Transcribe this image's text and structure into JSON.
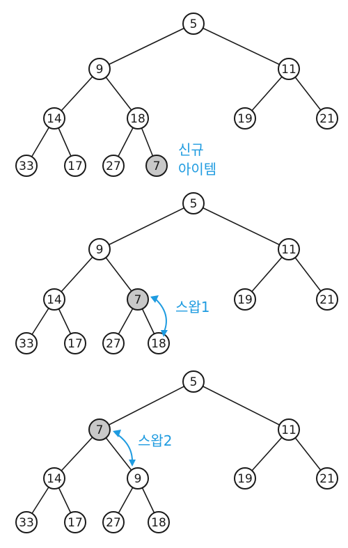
{
  "colors": {
    "line": "#1a1a1a",
    "highlight": "#c8c8c8",
    "annotation": "#1e9be0"
  },
  "stages": [
    {
      "nodes": [
        "5",
        "9",
        "11",
        "14",
        "18",
        "19",
        "21",
        "33",
        "17",
        "27",
        "7"
      ],
      "highlight": [
        "7"
      ],
      "annotation": {
        "line1": "신규",
        "line2": "아이템"
      }
    },
    {
      "nodes": [
        "5",
        "9",
        "11",
        "14",
        "7",
        "19",
        "21",
        "33",
        "17",
        "27",
        "18"
      ],
      "highlight": [
        "7"
      ],
      "annotation": {
        "line1": "스왑1"
      }
    },
    {
      "nodes": [
        "5",
        "7",
        "11",
        "14",
        "9",
        "19",
        "21",
        "33",
        "17",
        "27",
        "18"
      ],
      "highlight": [
        "7"
      ],
      "annotation": {
        "line1": "스왑2"
      }
    }
  ]
}
